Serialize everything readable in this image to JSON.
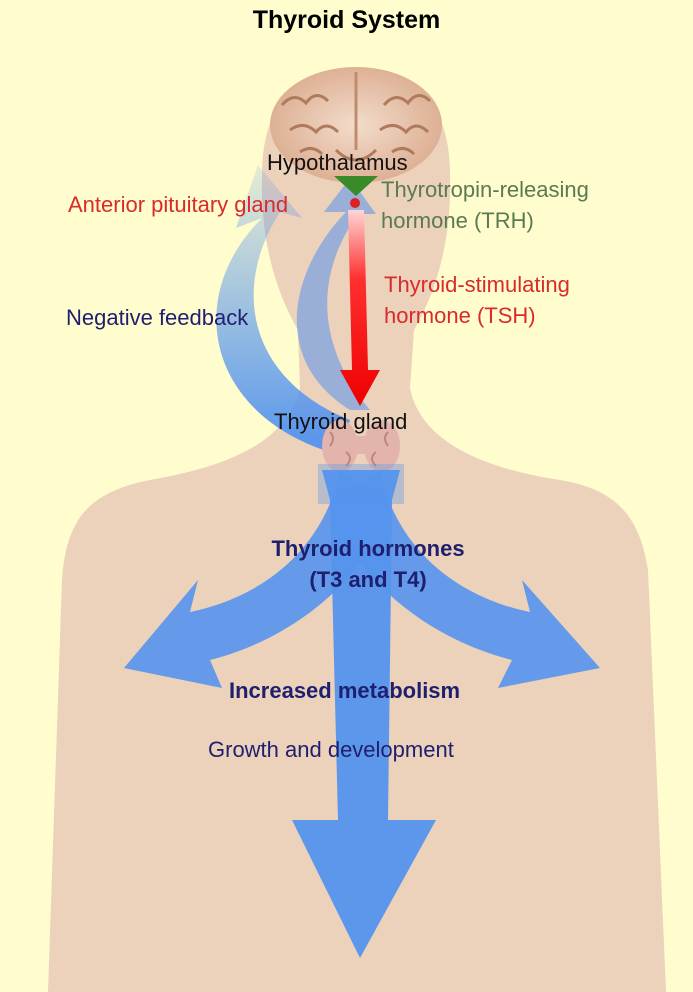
{
  "title": "Thyroid System",
  "labels": {
    "hypothalamus": "Hypothalamus",
    "anterior_pituitary": "Anterior pituitary gland",
    "trh_line1": "Thyrotropin-releasing",
    "trh_line2": "hormone (TRH)",
    "tsh_line1": "Thyroid-stimulating",
    "tsh_line2": "hormone (TSH)",
    "negative_feedback": "Negative feedback",
    "thyroid_gland": "Thyroid gland",
    "hormones_line1": "Thyroid hormones",
    "hormones_line2": "(T3 and T4)",
    "increased_metabolism": "Increased metabolism",
    "growth": "Growth and development"
  },
  "colors": {
    "background": "#fffccd",
    "body": "#ecd1bb",
    "feedback_arrow": "#5594ee",
    "tsh_arrow": "#ee1111",
    "trh_arrow": "#3a8a2a",
    "pituitary_dot": "#dd2222",
    "label_red": "#d92b2b",
    "label_green": "#5a7a52",
    "label_navy": "#1f1f6f"
  },
  "icons": [
    "brain-icon",
    "thyroid-gland-icon"
  ]
}
